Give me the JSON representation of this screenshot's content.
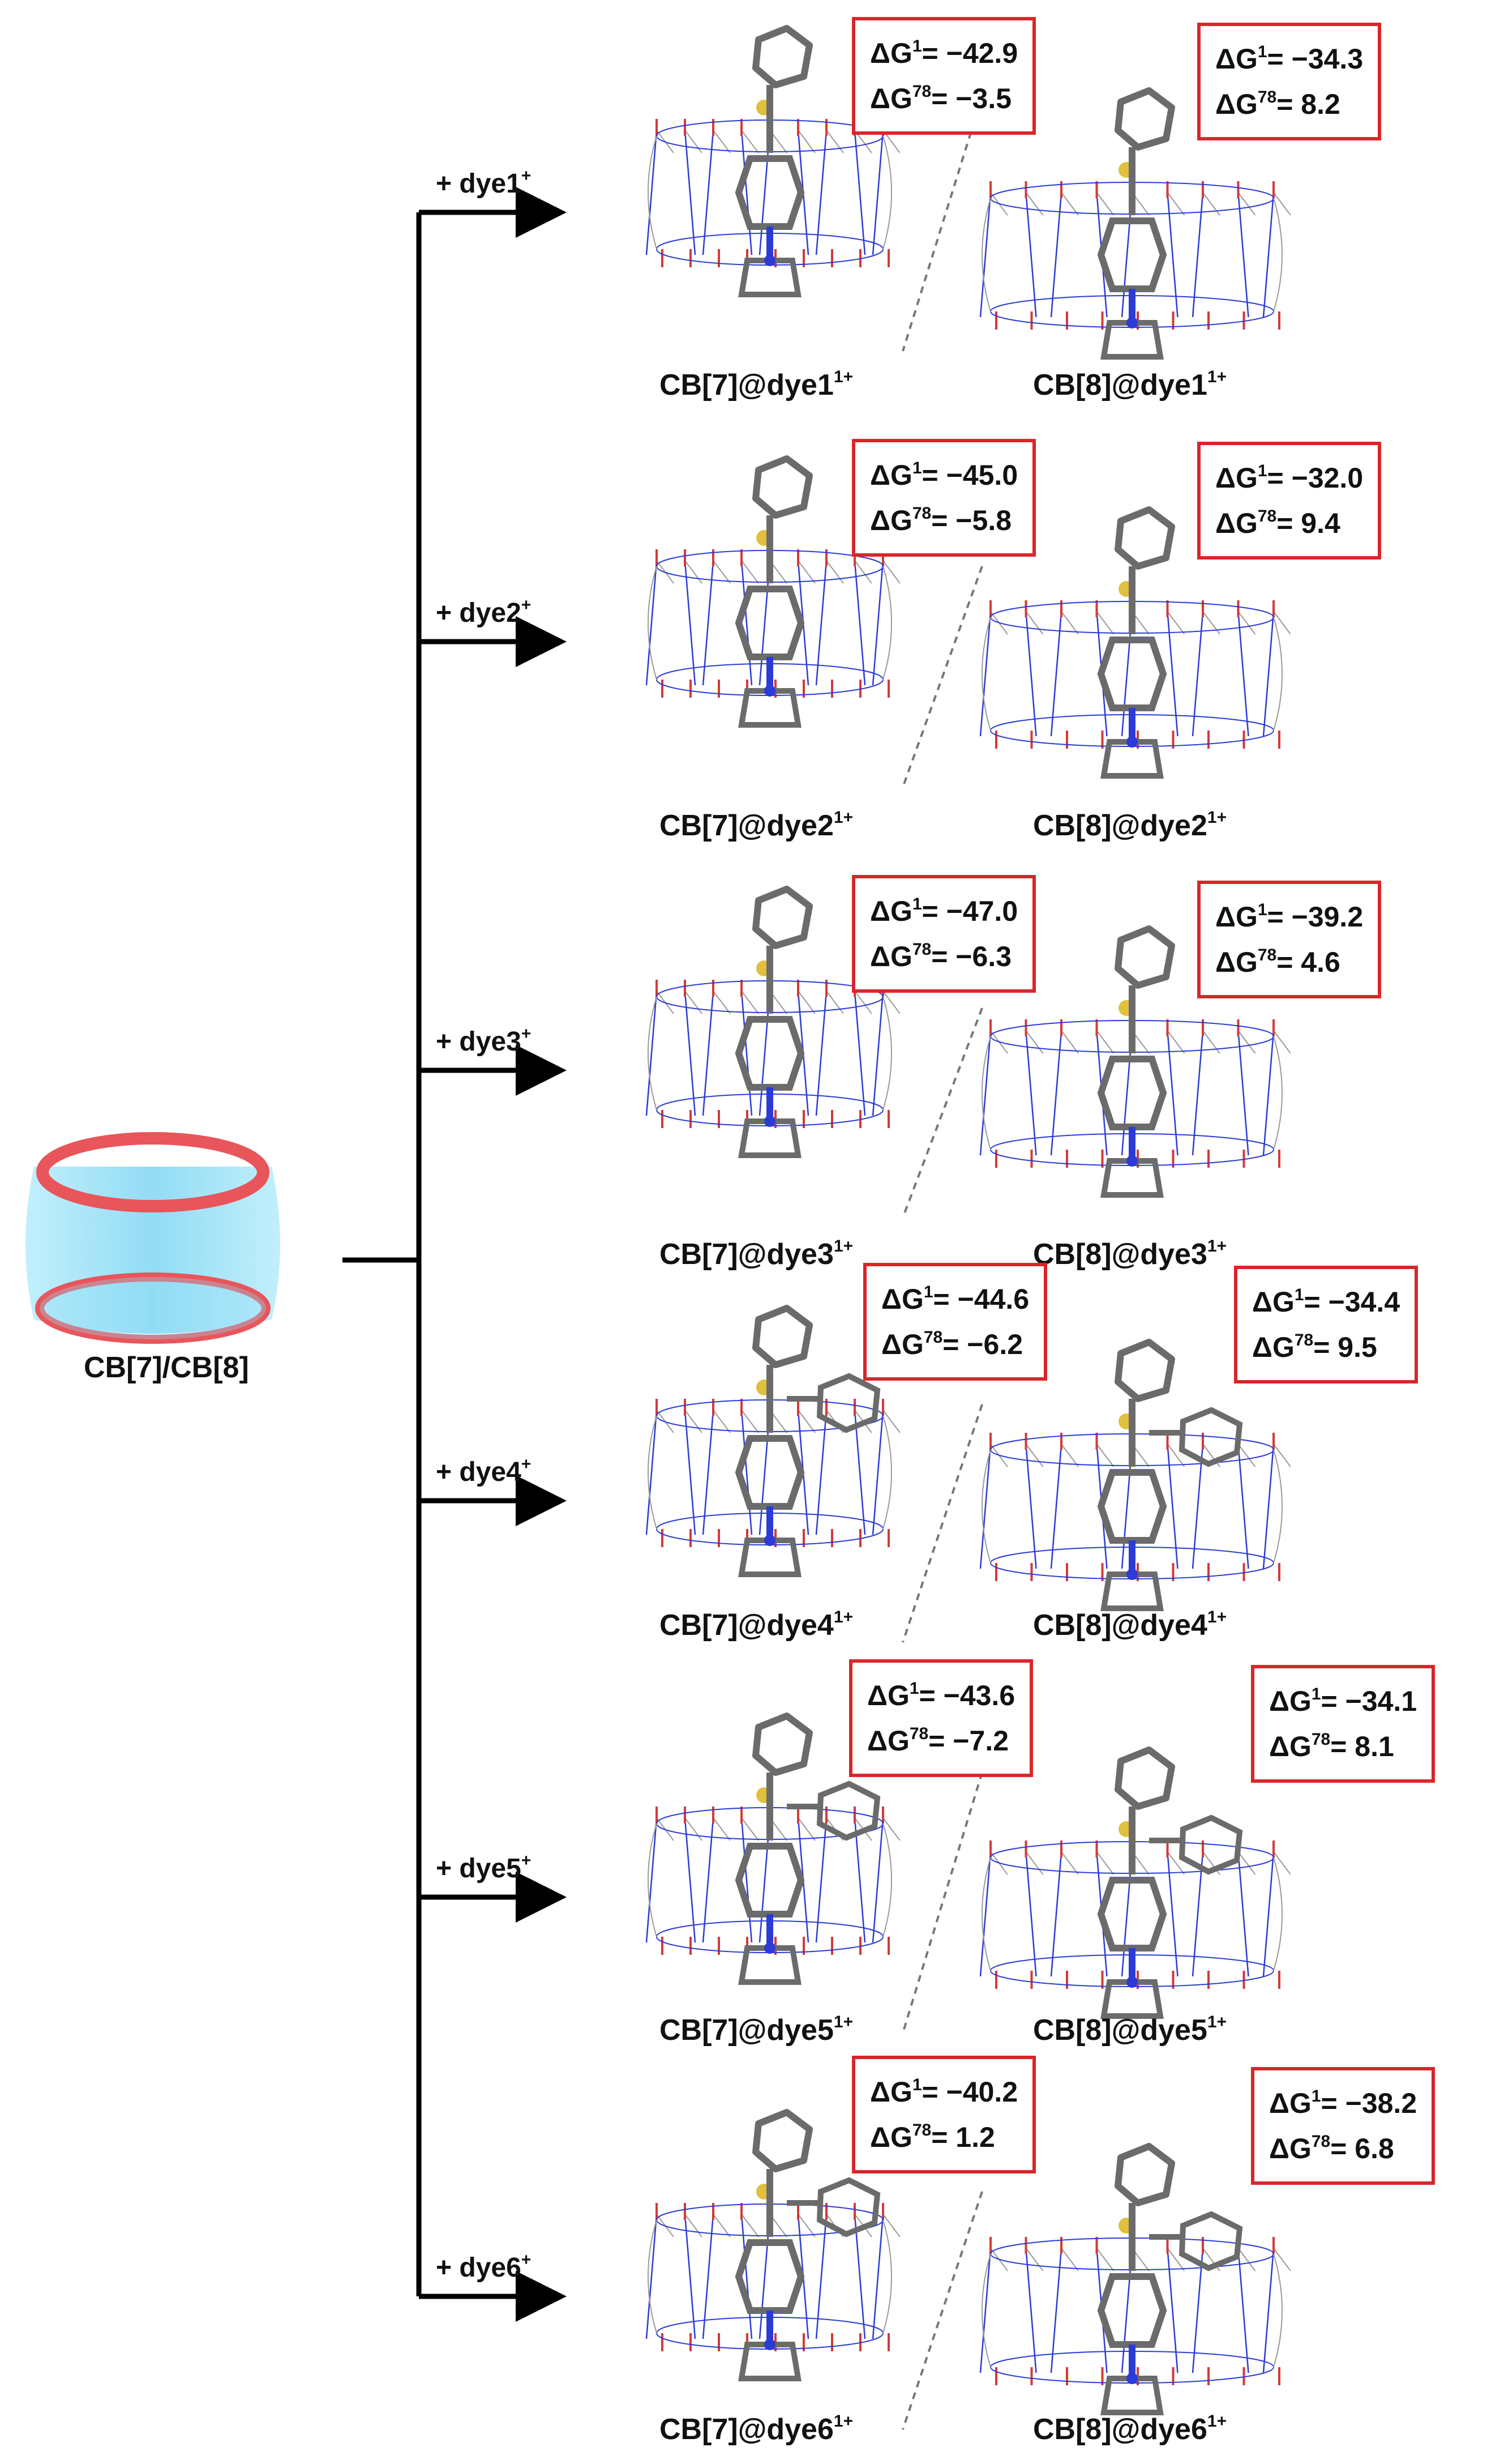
{
  "host": {
    "label": "CB[7]/CB[8]",
    "ring_color": "#e8555a",
    "body_color": "#8fdcf5"
  },
  "colors": {
    "box_border": "#d9262b",
    "arrow": "#000000",
    "frame_blue": "#2b3bd6",
    "frame_red": "#d23a3a",
    "frame_gray": "#9a9a9a",
    "dye_gray": "#6b6b6b",
    "sulfur": "#e0c03c"
  },
  "rows": [
    {
      "arrow_label": "+ dye1",
      "arrow_charge": "+",
      "cb7": {
        "caption": "CB[7]@dye1",
        "charge": "1+",
        "dg1_label": "ΔG",
        "dg1_sup": "1",
        "dg1_value": "= −42.9",
        "dg78_label": "ΔG",
        "dg78_sup": "78",
        "dg78_value": "= −3.5"
      },
      "cb8": {
        "caption": "CB[8]@dye1",
        "charge": "1+",
        "dg1_label": "ΔG",
        "dg1_sup": "1",
        "dg1_value": "= −34.3",
        "dg78_label": "ΔG",
        "dg78_sup": "78",
        "dg78_value": "= 8.2"
      }
    },
    {
      "arrow_label": "+ dye2",
      "arrow_charge": "+",
      "cb7": {
        "caption": "CB[7]@dye2",
        "charge": "1+",
        "dg1_label": "ΔG",
        "dg1_sup": "1",
        "dg1_value": "= −45.0",
        "dg78_label": "ΔG",
        "dg78_sup": "78",
        "dg78_value": "= −5.8"
      },
      "cb8": {
        "caption": "CB[8]@dye2",
        "charge": "1+",
        "dg1_label": "ΔG",
        "dg1_sup": "1",
        "dg1_value": "= −32.0",
        "dg78_label": "ΔG",
        "dg78_sup": "78",
        "dg78_value": "= 9.4"
      }
    },
    {
      "arrow_label": "+ dye3",
      "arrow_charge": "+",
      "cb7": {
        "caption": "CB[7]@dye3",
        "charge": "1+",
        "dg1_label": "ΔG",
        "dg1_sup": "1",
        "dg1_value": "= −47.0",
        "dg78_label": "ΔG",
        "dg78_sup": "78",
        "dg78_value": "= −6.3"
      },
      "cb8": {
        "caption": "CB[8]@dye3",
        "charge": "1+",
        "dg1_label": "ΔG",
        "dg1_sup": "1",
        "dg1_value": "= −39.2",
        "dg78_label": "ΔG",
        "dg78_sup": "78",
        "dg78_value": "= 4.6"
      }
    },
    {
      "arrow_label": "+ dye4",
      "arrow_charge": "+",
      "cb7": {
        "caption": "CB[7]@dye4",
        "charge": "1+",
        "dg1_label": "ΔG",
        "dg1_sup": "1",
        "dg1_value": "= −44.6",
        "dg78_label": "ΔG",
        "dg78_sup": "78",
        "dg78_value": "=  −6.2"
      },
      "cb8": {
        "caption": "CB[8]@dye4",
        "charge": "1+",
        "dg1_label": "ΔG",
        "dg1_sup": "1",
        "dg1_value": "= −34.4",
        "dg78_label": "ΔG",
        "dg78_sup": "78",
        "dg78_value": "= 9.5"
      }
    },
    {
      "arrow_label": "+ dye5",
      "arrow_charge": "+",
      "cb7": {
        "caption": "CB[7]@dye5",
        "charge": "1+",
        "dg1_label": "ΔG",
        "dg1_sup": "1",
        "dg1_value": "= −43.6",
        "dg78_label": "ΔG",
        "dg78_sup": "78",
        "dg78_value": "= −7.2"
      },
      "cb8": {
        "caption": "CB[8]@dye5",
        "charge": "1+",
        "dg1_label": "ΔG",
        "dg1_sup": "1",
        "dg1_value": "= −34.1",
        "dg78_label": "ΔG",
        "dg78_sup": "78",
        "dg78_value": "= 8.1"
      }
    },
    {
      "arrow_label": "+ dye6",
      "arrow_charge": "+",
      "cb7": {
        "caption": "CB[7]@dye6",
        "charge": "1+",
        "dg1_label": "ΔG",
        "dg1_sup": "1",
        "dg1_value": "= −40.2",
        "dg78_label": "ΔG",
        "dg78_sup": "78",
        "dg78_value": "= 1.2"
      },
      "cb8": {
        "caption": "CB[8]@dye6",
        "charge": "1+",
        "dg1_label": "ΔG",
        "dg1_sup": "1",
        "dg1_value": "= −38.2",
        "dg78_label": "ΔG",
        "dg78_sup": "78",
        "dg78_value": "= 6.8"
      }
    }
  ]
}
